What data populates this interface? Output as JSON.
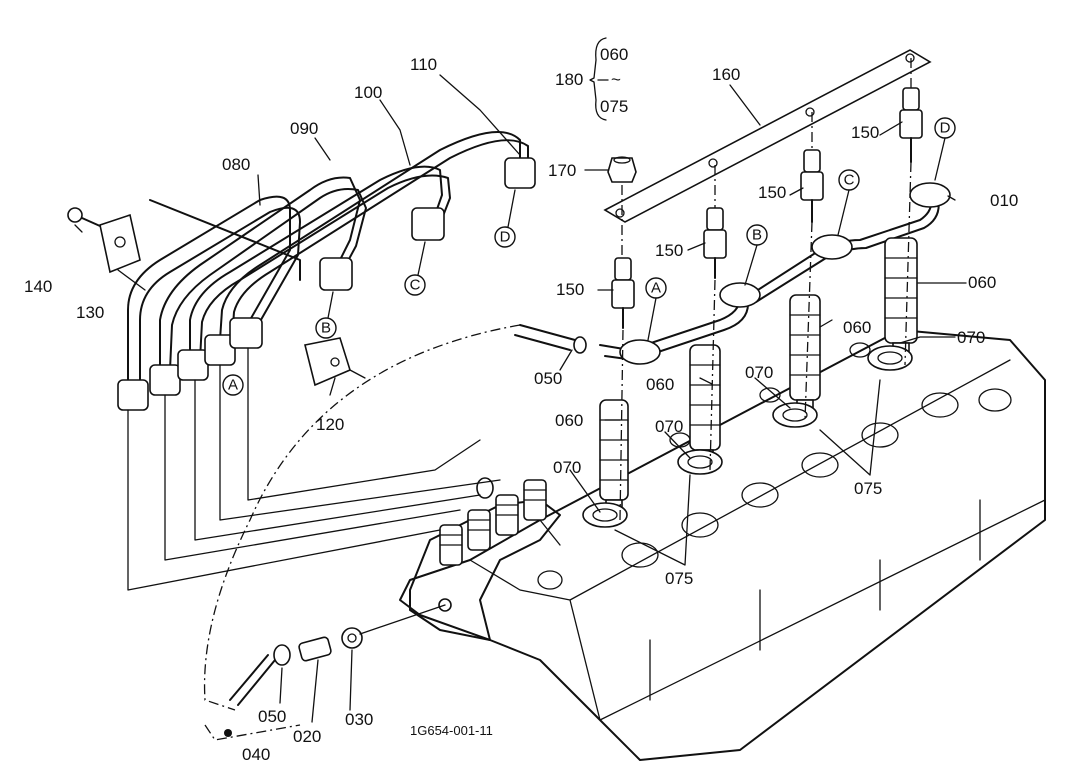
{
  "drawing_id": "1G654-001-11",
  "parts": {
    "p010": "010",
    "p020": "020",
    "p030": "030",
    "p040": "040",
    "p050a": "050",
    "p050b": "050",
    "p060a": "060",
    "p060b": "060",
    "p060c": "060",
    "p060d": "060",
    "p070a": "070",
    "p070b": "070",
    "p070c": "070",
    "p070d": "070",
    "p075a": "075",
    "p075b": "075",
    "p075c": "075",
    "p080": "080",
    "p090": "090",
    "p100": "100",
    "p110": "110",
    "p120": "120",
    "p130": "130",
    "p140": "140",
    "p150a": "150",
    "p150b": "150",
    "p150c": "150",
    "p150d": "150",
    "p160": "160",
    "p170": "170",
    "p180": "180",
    "range_top": "060",
    "range_sep": "~",
    "range_bottom": "075"
  },
  "callouts": {
    "A": "A",
    "B": "B",
    "C": "C",
    "D": "D"
  }
}
